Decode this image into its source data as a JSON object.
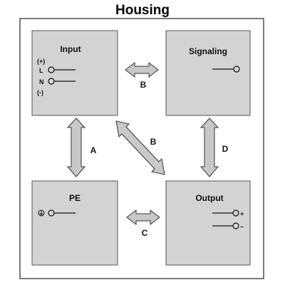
{
  "title": "Housing",
  "blocks": {
    "input": {
      "label": "Input",
      "terminals": [
        "(+)",
        "L",
        "N",
        "(-)"
      ]
    },
    "signaling": {
      "label": "Signaling"
    },
    "pe": {
      "label": "PE"
    },
    "output": {
      "label": "Output",
      "terminals": [
        "+",
        "–"
      ]
    }
  },
  "connections": {
    "input_signaling": "B",
    "input_pe": "A",
    "input_output": "B",
    "signaling_output": "D",
    "pe_output": "C"
  },
  "colors": {
    "block_fill": "#d3d3d3",
    "arrow_fill": "#c8c8c8",
    "outline": "#333333"
  },
  "icons": {
    "pe_symbol": "protective-earth-icon"
  }
}
